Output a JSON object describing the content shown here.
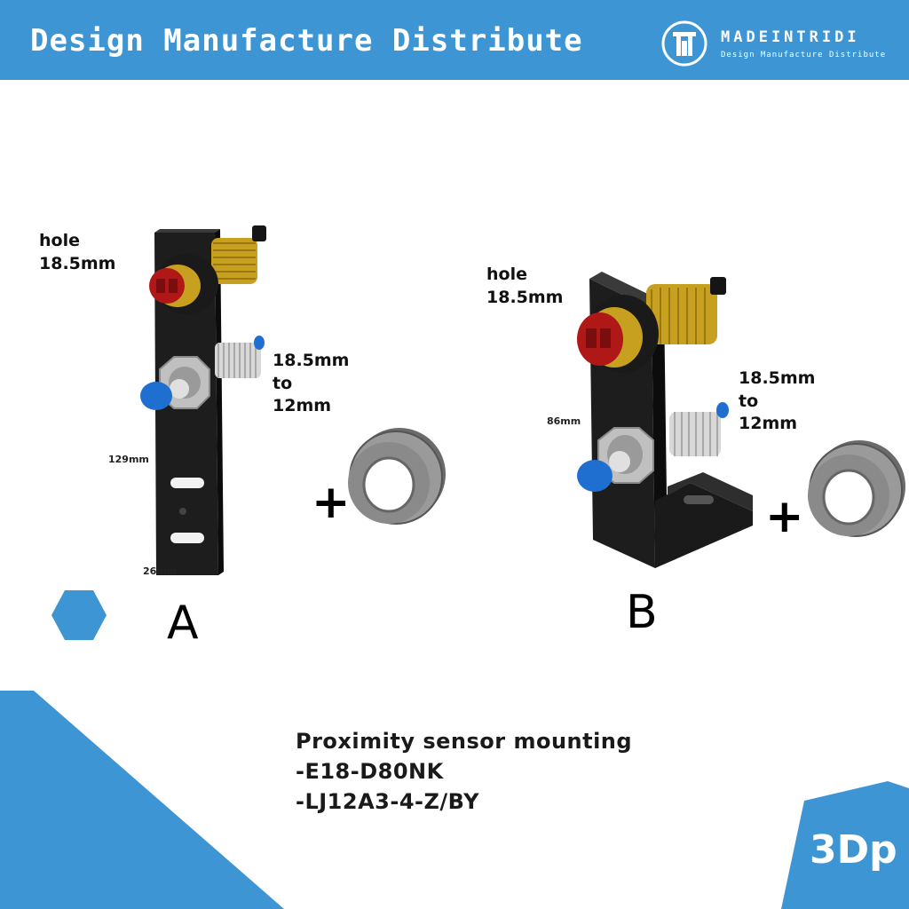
{
  "header": {
    "tagline": "Design Manufacture Distribute",
    "brand": "MADEINTRIDI",
    "brand_sub": "Design Manufacture Distribute",
    "logo_icon": "mt-logo-icon",
    "background_color": "#3d95d3"
  },
  "variant_a": {
    "letter": "A",
    "hole_label": "hole\n18.5mm",
    "reducer_label": "18.5mm\nto\n12mm",
    "height_label": "129mm",
    "width_label": "26mm",
    "plus": "+"
  },
  "variant_b": {
    "letter": "B",
    "hole_label": "hole\n18.5mm",
    "reducer_label": "18.5mm\nto\n12mm",
    "height_label": "86mm",
    "plus": "+"
  },
  "description": {
    "title": "Proximity sensor mounting",
    "model_1": "-E18-D80NK",
    "model_2": "-LJ12A3-4-Z/BY"
  },
  "badge": {
    "text": "3Dp"
  },
  "colors": {
    "accent": "#3d95d3",
    "bracket": "#1a1a1a",
    "sensor_body": "#c8a020",
    "sensor_lens": "#b01818",
    "inductive_tip": "#1f6fd1",
    "ring": "#8a8a8a"
  }
}
